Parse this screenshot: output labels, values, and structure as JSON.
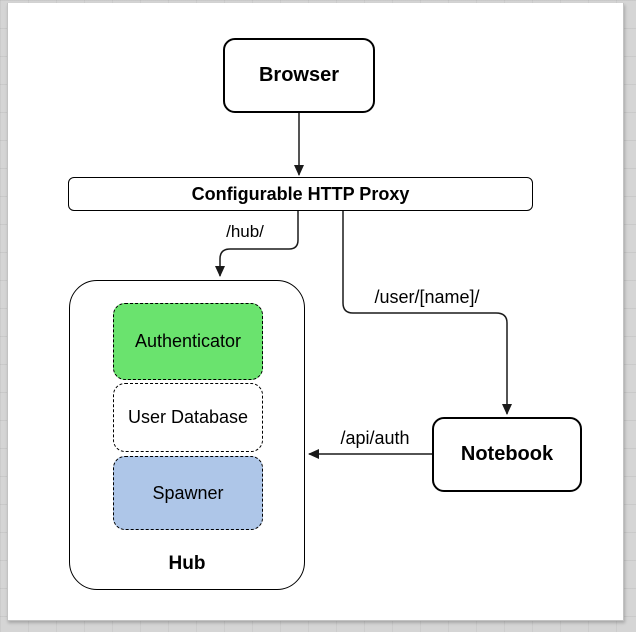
{
  "app": {
    "background_color": "#d5d5d5",
    "canvas_color": "#ffffff"
  },
  "diagram": {
    "nodes": {
      "browser": {
        "label": "Browser"
      },
      "proxy": {
        "label": "Configurable HTTP Proxy"
      },
      "hub": {
        "label": "Hub"
      },
      "authenticator": {
        "label": "Authenticator",
        "fill": "#6ae36e"
      },
      "user_database": {
        "label": "User Database",
        "fill": "#ffffff"
      },
      "spawner": {
        "label": "Spawner",
        "fill": "#aec6e8"
      },
      "notebook": {
        "label": "Notebook"
      }
    },
    "edges": {
      "browser_to_proxy": {
        "label": ""
      },
      "proxy_to_hub": {
        "label": "/hub/"
      },
      "proxy_to_notebook": {
        "label": "/user/[name]/"
      },
      "notebook_to_hub": {
        "label": "/api/auth"
      }
    },
    "colors": {
      "line": "#1a1a1a",
      "node_border": "#000000",
      "authenticator_green": "#6ae36e",
      "spawner_blue": "#aec6e8"
    }
  }
}
